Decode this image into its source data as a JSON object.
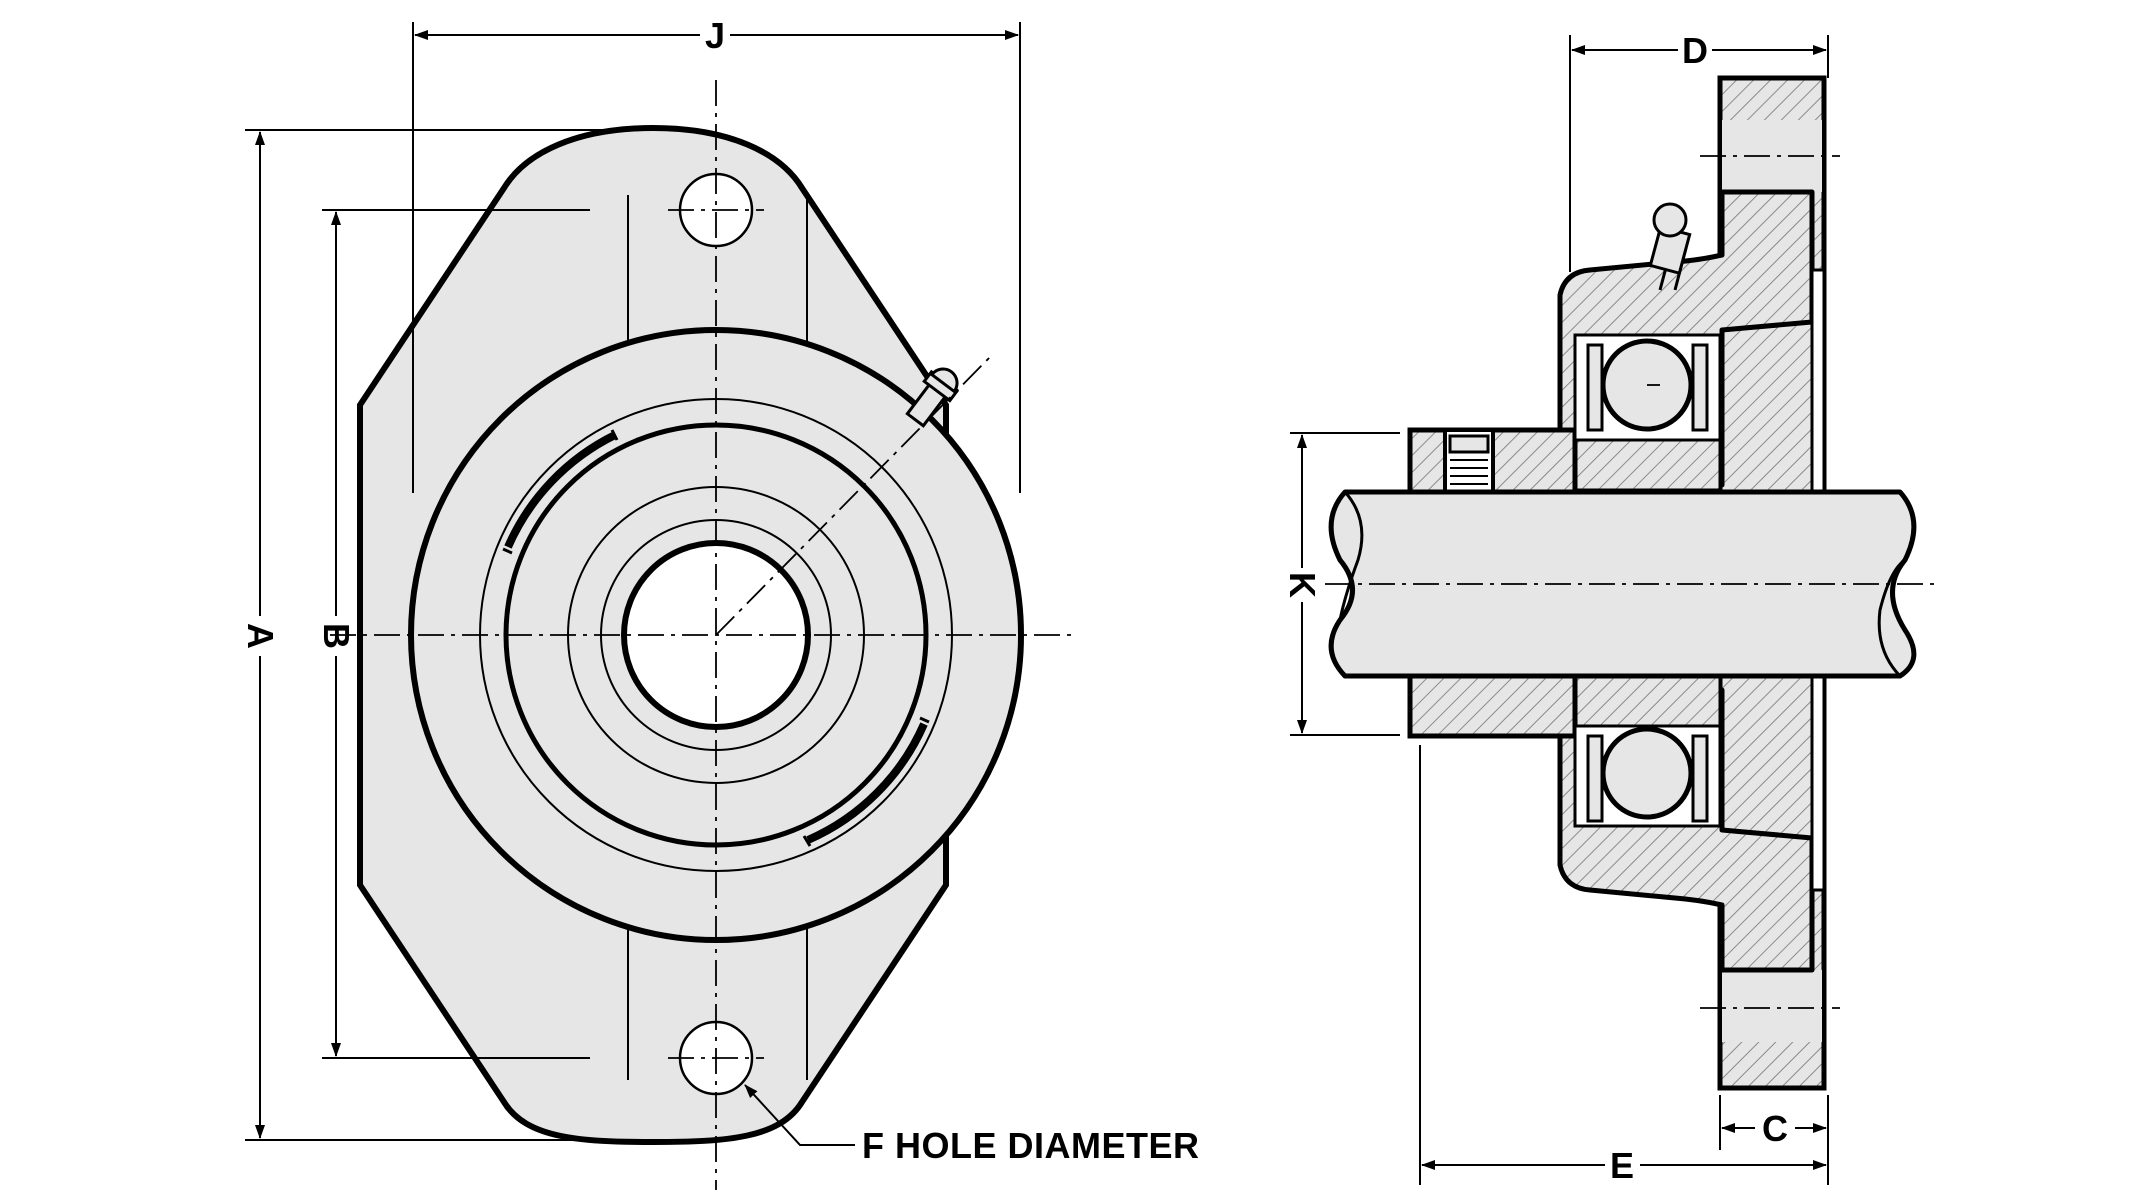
{
  "front_view": {
    "dimensions": {
      "overall_height": "A",
      "bolt_spacing": "B",
      "overall_width": "J"
    },
    "callout": "F HOLE DIAMETER"
  },
  "side_view": {
    "dimensions": {
      "top_depth": "D",
      "collar_height": "K",
      "flange_thickness": "C",
      "overall_length": "E"
    }
  },
  "colors": {
    "line": "#000000",
    "fill": "#e6e6e6",
    "hatch": "#8a8a8a",
    "background": "#ffffff"
  }
}
